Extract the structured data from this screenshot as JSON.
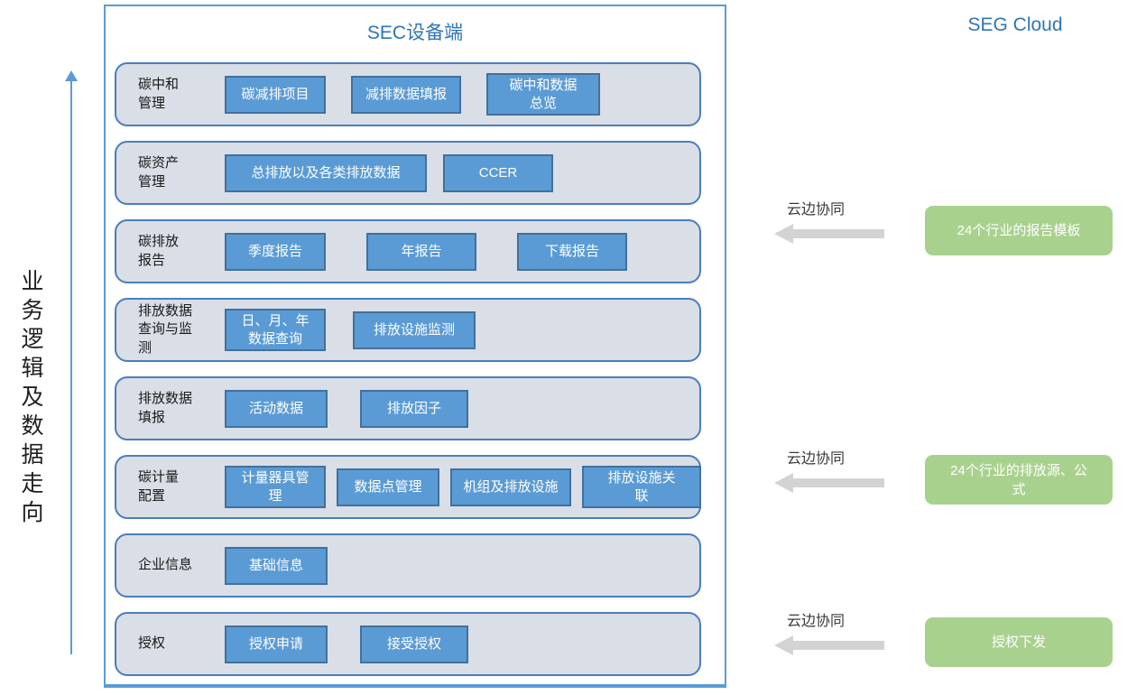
{
  "titles": {
    "device": "SEC设备端",
    "cloud": "SEG Cloud"
  },
  "flow_axis": {
    "label": "业务逻辑及数据走向"
  },
  "device_panel": {
    "rows": [
      {
        "label_lines": [
          "碳中和",
          "管理"
        ],
        "buttons": [
          {
            "lines": [
              "碳减排项目"
            ]
          },
          {
            "lines": [
              "减排数据填报"
            ]
          },
          {
            "lines": [
              "碳中和数据",
              "总览"
            ]
          }
        ]
      },
      {
        "label_lines": [
          "碳资产",
          "管理"
        ],
        "buttons": [
          {
            "lines": [
              "总排放以及各类排放数据"
            ]
          },
          {
            "lines": [
              "CCER"
            ]
          }
        ]
      },
      {
        "label_lines": [
          "碳排放",
          "报告"
        ],
        "buttons": [
          {
            "lines": [
              "季度报告"
            ]
          },
          {
            "lines": [
              "年报告"
            ]
          },
          {
            "lines": [
              "下载报告"
            ]
          }
        ]
      },
      {
        "label_lines": [
          "排放数据",
          "查询与监",
          "测"
        ],
        "buttons": [
          {
            "lines": [
              "日、月、年",
              "数据查询"
            ]
          },
          {
            "lines": [
              "排放设施监测"
            ]
          }
        ]
      },
      {
        "label_lines": [
          "排放数据",
          "填报"
        ],
        "buttons": [
          {
            "lines": [
              "活动数据"
            ]
          },
          {
            "lines": [
              "排放因子"
            ]
          }
        ]
      },
      {
        "label_lines": [
          "碳计量",
          "配置"
        ],
        "buttons": [
          {
            "lines": [
              "计量器具管",
              "理"
            ]
          },
          {
            "lines": [
              "数据点管理"
            ]
          },
          {
            "lines": [
              "机组及排放设施"
            ]
          },
          {
            "lines": [
              "排放设施关",
              "联"
            ]
          }
        ]
      },
      {
        "label_lines": [
          "企业信息"
        ],
        "buttons": [
          {
            "lines": [
              "基础信息"
            ]
          }
        ]
      },
      {
        "label_lines": [
          "授权"
        ],
        "buttons": [
          {
            "lines": [
              "授权申请"
            ]
          },
          {
            "lines": [
              "接受授权"
            ]
          }
        ]
      }
    ]
  },
  "cloud_panel": {
    "items": [
      {
        "arrow_label": "云边协同",
        "box_lines": [
          "24个行业的报告模板"
        ]
      },
      {
        "arrow_label": "云边协同",
        "box_lines": [
          "24个行业的排放源、公",
          "式"
        ]
      },
      {
        "arrow_label": "云边协同",
        "box_lines": [
          "授权下发"
        ]
      }
    ]
  },
  "colors": {
    "accent_blue": "#5B9BD5",
    "chip_border": "#41719C",
    "row_fill": "#D9DEE7",
    "row_border": "#4A7EBB",
    "title_blue": "#2E75B6",
    "cloud_green": "#A9D18E",
    "arrow_gray": "#D3D3D3"
  }
}
